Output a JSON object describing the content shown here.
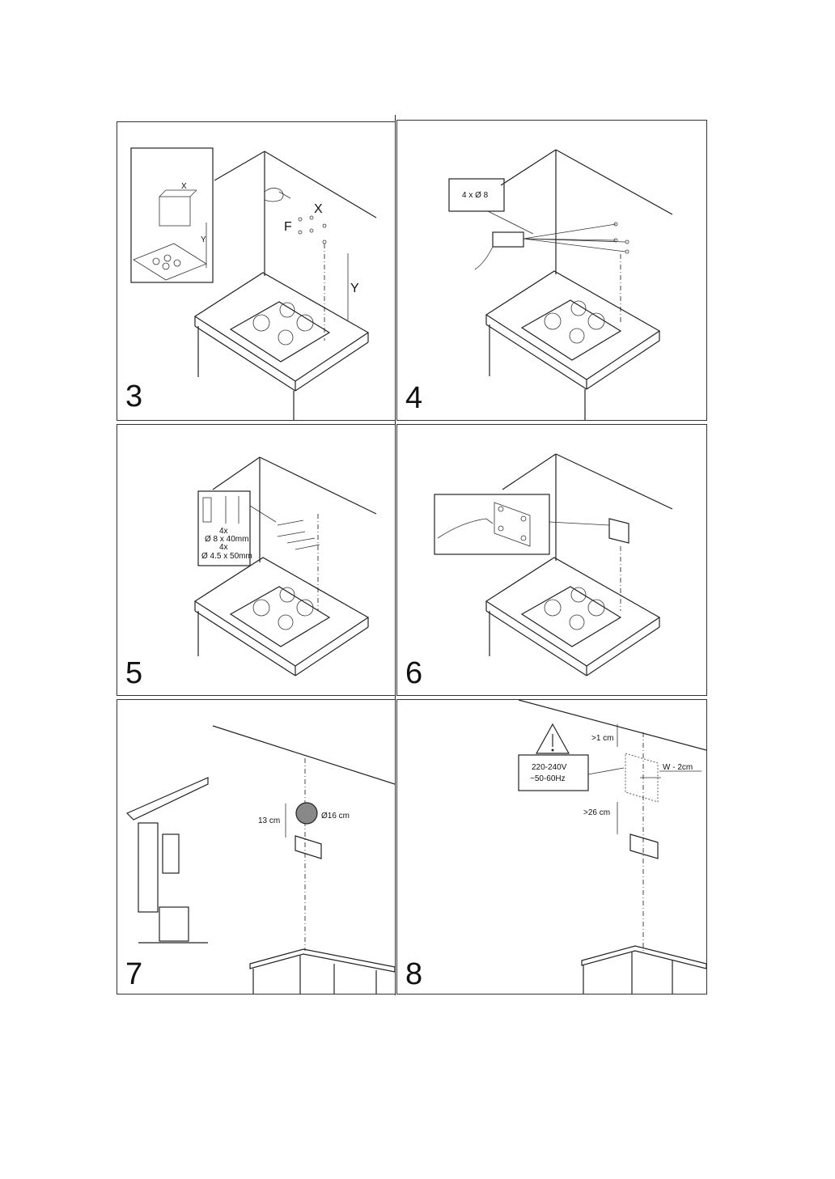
{
  "panels": [
    {
      "step": "3",
      "labels": {
        "x_small": "X",
        "y_small": "Y",
        "f": "F",
        "x_big": "X",
        "y_big": "Y"
      }
    },
    {
      "step": "4",
      "labels": {
        "drill": "4 x Ø 8"
      }
    },
    {
      "step": "5",
      "labels": {
        "line1": "4x",
        "line2": "Ø 8 x 40mm",
        "line3": "4x",
        "line4": "Ø 4.5 x 50mm"
      }
    },
    {
      "step": "6",
      "labels": {}
    },
    {
      "step": "7",
      "labels": {
        "height": "13 cm",
        "diameter": "Ø16 cm"
      }
    },
    {
      "step": "8",
      "labels": {
        "voltage": "220-240V",
        "frequency": "~50-60Hz",
        "top": ">1 cm",
        "width": "W - 2cm",
        "bottom": ">26 cm"
      }
    }
  ],
  "colors": {
    "line": "#222222",
    "background": "#ffffff"
  }
}
